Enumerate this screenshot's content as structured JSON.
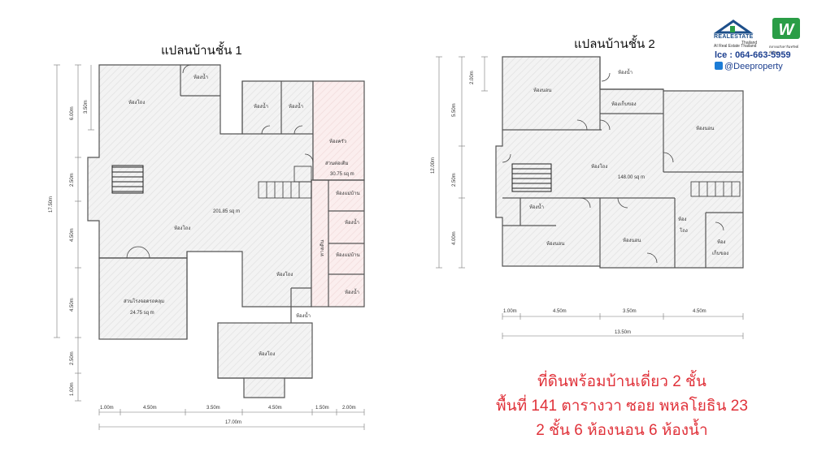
{
  "plan1": {
    "title": "แปลนบ้านชั้น 1",
    "rooms": {
      "living_top": "ห้องโถง",
      "bath_a": "ห้องน้ำ",
      "bath_b": "ห้องน้ำ",
      "bath_c": "ห้องน้ำ",
      "kitchen": "ห้องครัว",
      "ext_label": "ส่วนต่อเติม",
      "ext_area": "30.75 sq m",
      "maid1": "ห้องแม่บ้าน",
      "bath_d": "ห้องน้ำ",
      "maid2": "ห้องแม่บ้าน",
      "bath_e": "ห้องน้ำ",
      "corridor": "ทางเดิน",
      "main_area": "201.85 sq m",
      "living_center": "ห้องโถง",
      "carport_label": "ส่วนโรงจอดรถคลุม",
      "carport_area": "24.75 sq m",
      "living_right": "ห้องโถง",
      "bath_f": "ห้องน้ำ",
      "living_bottom": "ห้องโถง"
    },
    "dims_left": [
      "6.00m",
      "3.50m",
      "2.50m",
      "4.50m",
      "4.50m",
      "2.50m",
      "1.00m"
    ],
    "dim_total_left": "17.50m",
    "dims_bottom": [
      "1.00m",
      "4.50m",
      "3.50m",
      "4.50m",
      "1.50m",
      "2.00m"
    ],
    "dim_total_bottom": "17.00m"
  },
  "plan2": {
    "title": "แปลนบ้านชั้น 2",
    "rooms": {
      "bed1": "ห้องนอน",
      "bath1": "ห้องน้ำ",
      "store1": "ห้องเก็บของ",
      "bed2": "ห้องนอน",
      "hall": "ห้องโถง",
      "area": "148.00 sq m",
      "bath2": "ห้องน้ำ",
      "bed3": "ห้องนอน",
      "bed4": "ห้องนอน",
      "hall2_a": "ห้อง",
      "hall2_b": "โถง",
      "store2_a": "ห้อง",
      "store2_b": "เก็บของ"
    },
    "dims_left": [
      "2.00m",
      "5.50m",
      "2.50m",
      "4.00m"
    ],
    "dim_total_left": "12.00m",
    "dims_bottom": [
      "1.00m",
      "4.50m",
      "3.50m",
      "4.50m"
    ],
    "dim_total_bottom": "13.50m"
  },
  "logo": {
    "brand": "REALESTATE",
    "brand_sub": "Thailand",
    "company": "AI Real Estate Thailand",
    "tagline": "ตลาดอสังหาริมทรัพย์ ทั่วไทย",
    "line_id": "lce : 064-663-5959",
    "handle": "@Deeproperty"
  },
  "headline": {
    "line1": "ที่ดินพร้อมบ้านเดี่ยว 2 ชั้น",
    "line2": "พื้นที่ 141 ตารางวา ซอย พหลโยธิน 23",
    "line3": "2 ชั้น 6 ห้องนอน 6 ห้องน้ำ"
  },
  "colors": {
    "headline": "#e0323a",
    "brand_blue": "#1c3f8f",
    "brand_green": "#2a9d46",
    "floor_fill": "#f2f2f2",
    "addition_fill": "#fbeeee",
    "wall": "#555555"
  }
}
